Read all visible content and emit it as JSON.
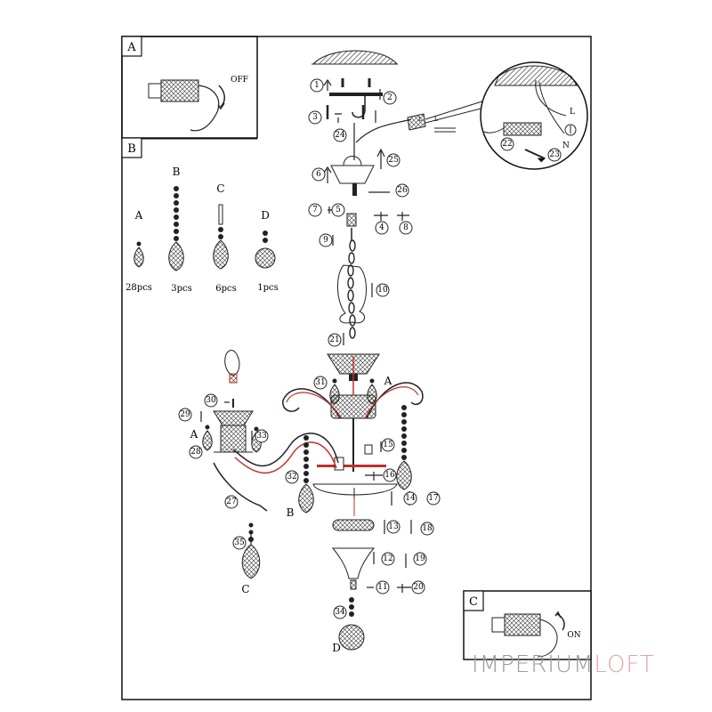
{
  "panels": {
    "a": {
      "letter": "A",
      "state": "OFF"
    },
    "b": {
      "letter": "B"
    },
    "c": {
      "letter": "C",
      "state": "ON"
    }
  },
  "crystals": [
    {
      "type": "A",
      "qty": "28pcs"
    },
    {
      "type": "B",
      "qty": "3pcs"
    },
    {
      "type": "C",
      "qty": "6pcs"
    },
    {
      "type": "D",
      "qty": "1pcs"
    }
  ],
  "wires": {
    "live": "L",
    "neutral": "N"
  },
  "part_numbers": [
    "1",
    "2",
    "3",
    "4",
    "5",
    "6",
    "7",
    "8",
    "9",
    "10",
    "11",
    "12",
    "13",
    "14",
    "15",
    "16",
    "17",
    "18",
    "19",
    "20",
    "21",
    "22",
    "23",
    "24",
    "25",
    "26",
    "27",
    "28",
    "29",
    "30",
    "31",
    "32",
    "33",
    "34",
    "35"
  ],
  "crystal_labels": {
    "arm_a_right": "A",
    "arm_a_left": "A",
    "arm_b": "B",
    "hanging_c": "C",
    "bottom_d": "D"
  },
  "watermark": {
    "part1": "IMPERIUM",
    "part2": "LOFT"
  },
  "colors": {
    "line": "#1a1a1a",
    "accent_red": "#c0302a",
    "frame": "#111111"
  }
}
